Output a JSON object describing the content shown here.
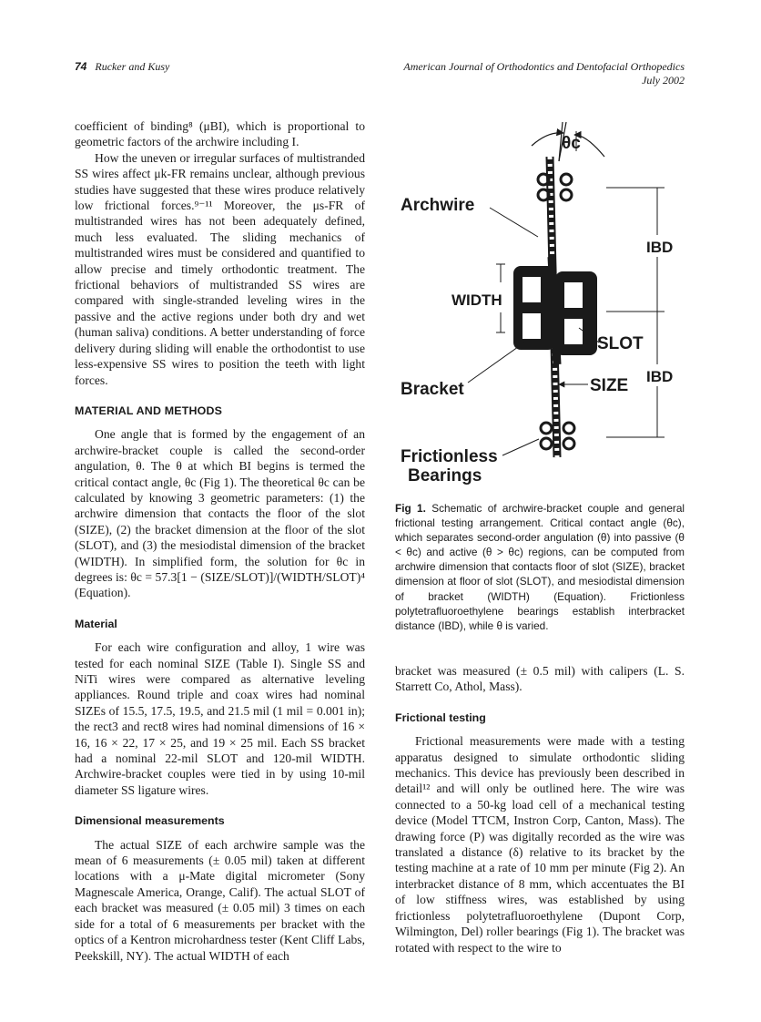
{
  "header": {
    "page_number": "74",
    "authors": "Rucker and Kusy",
    "journal": "American Journal of Orthodontics and Dentofacial Orthopedics",
    "date": "July 2002"
  },
  "left_column": {
    "p1": "coefficient of binding⁸ (μBI), which is proportional to geometric factors of the archwire including I.",
    "p2": "How the uneven or irregular surfaces of multistranded SS wires affect μk-FR remains unclear, although previous studies have suggested that these wires produce relatively low frictional forces.⁹⁻¹¹ Moreover, the μs-FR of multistranded wires has not been adequately defined, much less evaluated. The sliding mechanics of multistranded wires must be considered and quantified to allow precise and timely orthodontic treatment. The frictional behaviors of multistranded SS wires are compared with single-stranded leveling wires in the passive and the active regions under both dry and wet (human saliva) conditions. A better understanding of force delivery during sliding will enable the orthodontist to use less-expensive SS wires to position the teeth with light forces.",
    "h_methods": "MATERIAL AND METHODS",
    "p3": "One angle that is formed by the engagement of an archwire-bracket couple is called the second-order angulation, θ. The θ at which BI begins is termed the critical contact angle, θc (Fig 1). The theoretical θc can be calculated by knowing 3 geometric parameters: (1) the archwire dimension that contacts the floor of the slot (SIZE), (2) the bracket dimension at the floor of the slot (SLOT), and (3) the mesiodistal dimension of the bracket (WIDTH). In simplified form, the solution for θc in degrees is: θc = 57.3[1 − (SIZE/SLOT)]/(WIDTH/SLOT)⁴ (Equation).",
    "h_material": "Material",
    "p4": "For each wire configuration and alloy, 1 wire was tested for each nominal SIZE (Table I). Single SS and NiTi wires were compared as alternative leveling appliances. Round triple and coax wires had nominal SIZEs of 15.5, 17.5, 19.5, and 21.5 mil (1 mil = 0.001 in); the rect3 and rect8 wires had nominal dimensions of 16 × 16, 16 × 22, 17 × 25, and 19 × 25 mil. Each SS bracket had a nominal 22-mil SLOT and 120-mil WIDTH. Archwire-bracket couples were tied in by using 10-mil diameter SS ligature wires.",
    "h_dimensional": "Dimensional measurements",
    "p5": "The actual SIZE of each archwire sample was the mean of 6 measurements (± 0.05 mil) taken at different locations with a μ-Mate digital micrometer (Sony Magnescale America, Orange, Calif). The actual SLOT of each bracket was measured (± 0.05 mil) 3 times on each side for a total of 6 measurements per bracket with the optics of a Kentron microhardness tester (Kent Cliff Labs, Peekskill, NY). The actual WIDTH of each"
  },
  "figure": {
    "label_theta": "θc",
    "label_archwire": "Archwire",
    "label_width": "WIDTH",
    "label_bracket": "Bracket",
    "label_frictionless": "Frictionless",
    "label_bearings": "Bearings",
    "label_ibd_top": "IBD",
    "label_slot": "SLOT",
    "label_size": "SIZE",
    "label_ibd_bottom": "IBD"
  },
  "caption": {
    "label": "Fig 1.",
    "text": "Schematic of archwire-bracket couple and general frictional testing arrangement. Critical contact angle (θc), which separates second-order angulation (θ) into passive (θ < θc) and active (θ > θc) regions, can be computed from archwire dimension that contacts floor of slot (SIZE), bracket dimension at floor of slot (SLOT), and mesiodistal dimension of bracket (WIDTH) (Equation). Frictionless polytetrafluoroethylene bearings establish interbracket distance (IBD), while θ is varied."
  },
  "right_column": {
    "p1": "bracket was measured (± 0.5 mil) with calipers (L. S. Starrett Co, Athol, Mass).",
    "h_frictional": "Frictional testing",
    "p2": "Frictional measurements were made with a testing apparatus designed to simulate orthodontic sliding mechanics. This device has previously been described in detail¹² and will only be outlined here. The wire was connected to a 50-kg load cell of a mechanical testing device (Model TTCM, Instron Corp, Canton, Mass). The drawing force (P) was digitally recorded as the wire was translated a distance (δ) relative to its bracket by the testing machine at a rate of 10 mm per minute (Fig 2). An interbracket distance of 8 mm, which accentuates the BI of low stiffness wires, was established by using frictionless polytetrafluoroethylene (Dupont Corp, Wilmington, Del) roller bearings (Fig 1). The bracket was rotated with respect to the wire to"
  }
}
